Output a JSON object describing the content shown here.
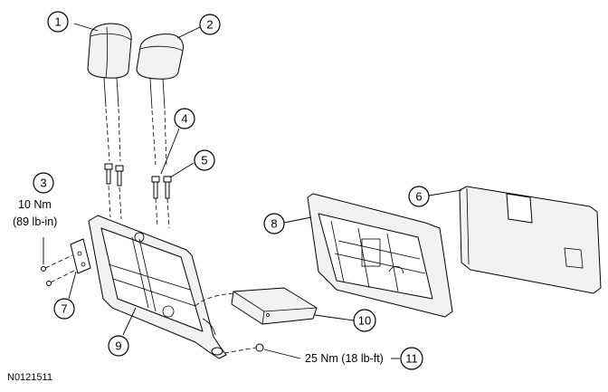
{
  "figure_id": "N0121511",
  "callouts": [
    {
      "num": "1"
    },
    {
      "num": "2"
    },
    {
      "num": "3"
    },
    {
      "num": "4"
    },
    {
      "num": "5"
    },
    {
      "num": "6"
    },
    {
      "num": "7"
    },
    {
      "num": "8"
    },
    {
      "num": "9"
    },
    {
      "num": "10"
    },
    {
      "num": "11"
    }
  ],
  "torque_labels": {
    "item3_line1": "10 Nm",
    "item3_line2": "(89 lb-in)",
    "item11": "25 Nm (18 lb-ft)"
  }
}
